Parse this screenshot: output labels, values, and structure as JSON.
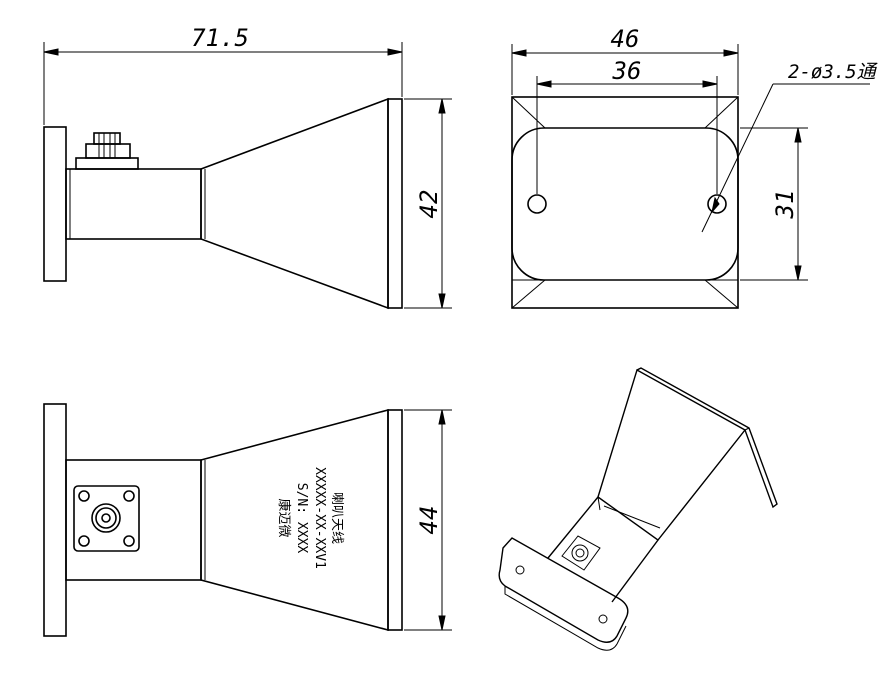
{
  "dimensions": {
    "side_length": "71.5",
    "side_height": "42",
    "front_width": "46",
    "hole_spacing": "36",
    "hole_note": "2-ø3.5通",
    "front_height": "31",
    "bottom_height": "44"
  },
  "label": {
    "line1": "喇叭天线",
    "line2": "XXXXX-XX-XXV1",
    "line3": "S/N: XXXX",
    "line4": "康迈微"
  }
}
